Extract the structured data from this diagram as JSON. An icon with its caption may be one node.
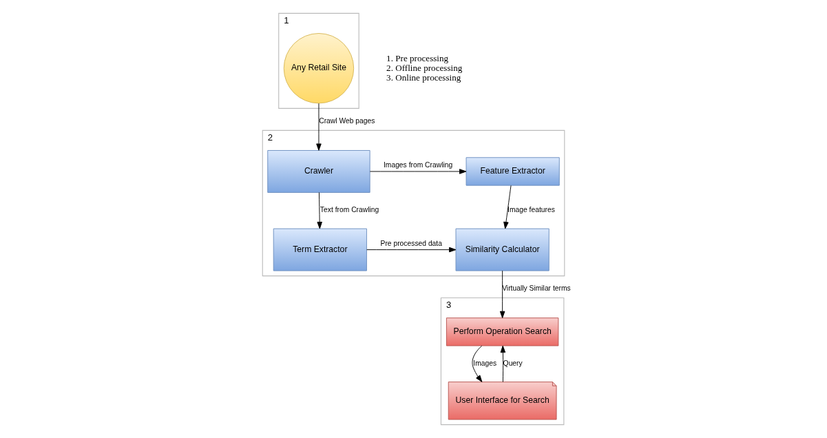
{
  "diagram": {
    "nodes": [
      {
        "text": [
          "1"
        ]
      },
      {
        "text": [
          "Any Retail Site"
        ],
        "in": 0
      },
      {
        "text": [
          "2"
        ]
      },
      {
        "text": [
          "Crawler"
        ],
        "in": 2
      },
      {
        "text": [
          "Feature Extractor"
        ],
        "in": 2
      },
      {
        "text": [
          "Term Extractor"
        ],
        "in": 2
      },
      {
        "text": [
          "Similarity Calculator"
        ],
        "in": 2
      },
      {
        "text": [
          "3"
        ]
      },
      {
        "text": [
          "Perform Operation Search"
        ],
        "in": 7
      },
      {
        "text": [
          "User Interface for Search"
        ],
        "in": 7
      }
    ],
    "edges": [
      {
        "from": 1,
        "to": 3,
        "arrow": "to",
        "label": "Crawl Web pages"
      },
      {
        "from": 3,
        "to": 4,
        "arrow": "to",
        "label": "Images from Crawling"
      },
      {
        "from": 3,
        "to": 5,
        "arrow": "to",
        "label": "Text from Crawling"
      },
      {
        "from": 4,
        "to": 6,
        "arrow": "to",
        "label": "Image features"
      },
      {
        "from": 5,
        "to": 6,
        "arrow": "to",
        "label": "Pre processed data"
      },
      {
        "from": 6,
        "to": 8,
        "arrow": "to",
        "label": "Virtually Similar terms"
      },
      {
        "from": 9,
        "to": 8,
        "arrow": "to",
        "label": "Query"
      },
      {
        "from": 8,
        "to": 9,
        "arrow": "to",
        "label": "Images"
      }
    ],
    "labels": [
      "1. Pre processing",
      "2. Offline processing",
      "3. Online processing"
    ]
  }
}
